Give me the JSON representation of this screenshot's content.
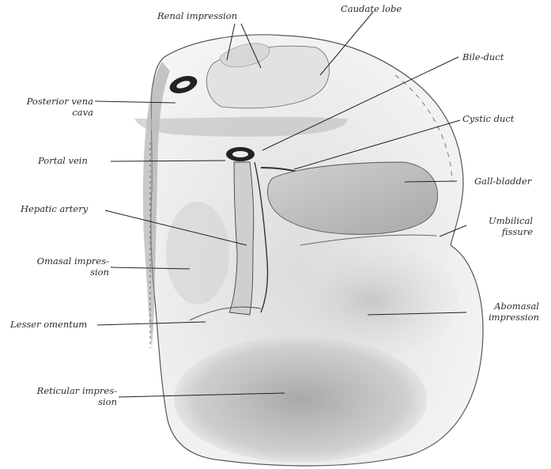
{
  "figure": {
    "labels": {
      "renal_impression": "Renal impression",
      "caudate_lobe": "Caudate lobe",
      "bile_duct": "Bile-duct",
      "posterior_vena_cava_1": "Posterior vena",
      "posterior_vena_cava_2": "cava",
      "cystic_duct": "Cystic duct",
      "portal_vein": "Portal vein",
      "gall_bladder": "Gall-bladder",
      "hepatic_artery": "Hepatic artery",
      "umbilical_fissure_1": "Umbilical",
      "umbilical_fissure_2": "fissure",
      "omasal_impression_1": "Omasal impres-",
      "omasal_impression_2": "sion",
      "abomasal_impression_1": "Abomasal",
      "abomasal_impression_2": "impression",
      "lesser_omentum": "Lesser omentum",
      "reticular_impression_1": "Reticular impres-",
      "reticular_impression_2": "sion"
    }
  }
}
